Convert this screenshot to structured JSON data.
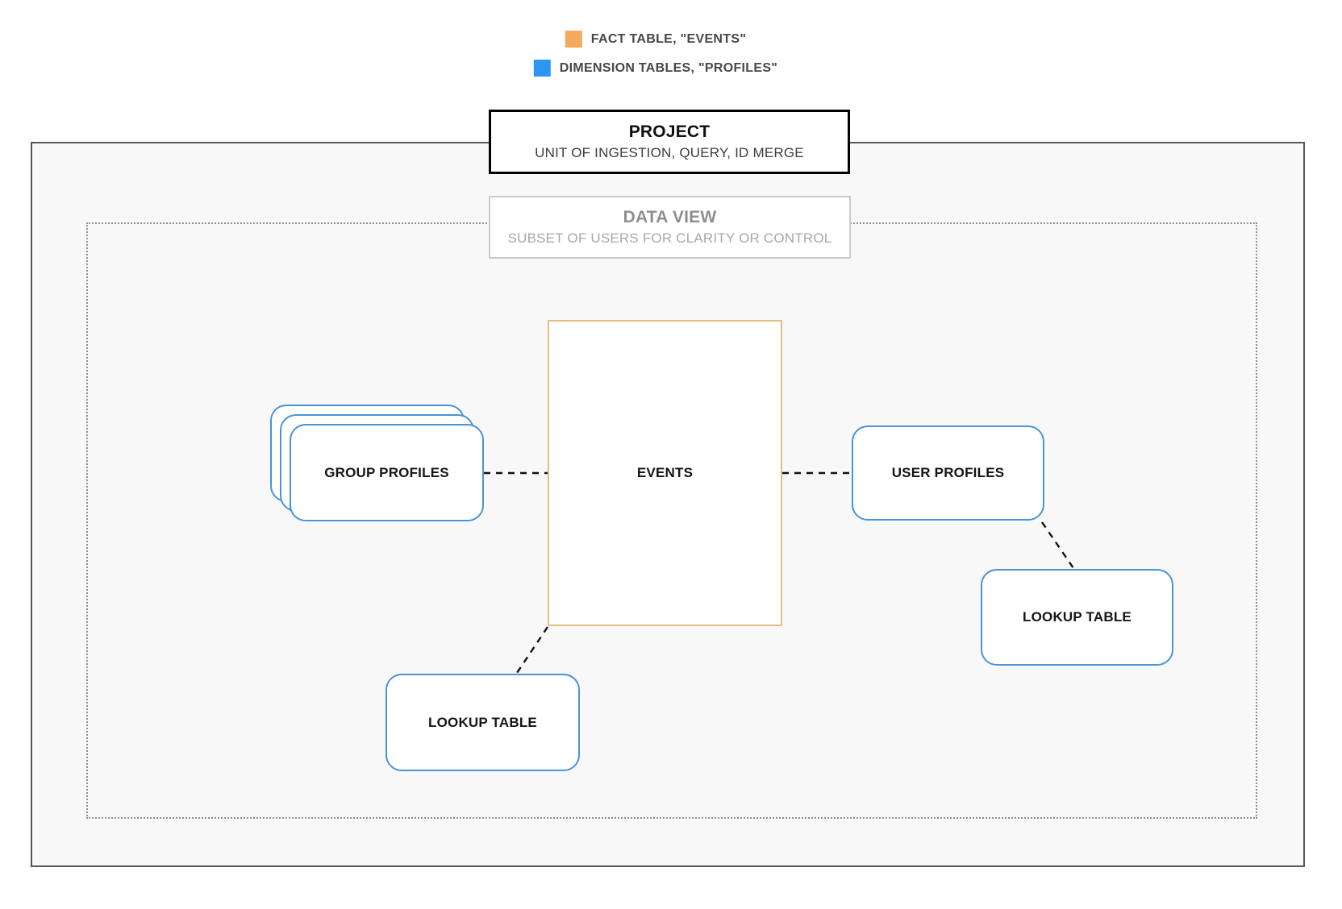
{
  "legend": {
    "items": [
      {
        "key": "fact",
        "label": "FACT TABLE, \"EVENTS\"",
        "color": "#f5a95c"
      },
      {
        "key": "dimension",
        "label": "DIMENSION TABLES, \"PROFILES\"",
        "color": "#2e96f2"
      }
    ]
  },
  "project": {
    "title": "PROJECT",
    "subtitle": "UNIT OF INGESTION, QUERY, ID MERGE"
  },
  "data_view": {
    "title": "DATA VIEW",
    "subtitle": "SUBSET OF USERS FOR CLARITY OR CONTROL"
  },
  "nodes": {
    "group_profiles": {
      "label": "GROUP PROFILES",
      "type": "dimension",
      "stacked": true
    },
    "events": {
      "label": "EVENTS",
      "type": "fact",
      "stacked": false
    },
    "user_profiles": {
      "label": "USER PROFILES",
      "type": "dimension",
      "stacked": false
    },
    "lookup_left": {
      "label": "LOOKUP TABLE",
      "type": "dimension",
      "stacked": false
    },
    "lookup_right": {
      "label": "LOOKUP TABLE",
      "type": "dimension",
      "stacked": false
    }
  },
  "connections": [
    {
      "from": "group_profiles",
      "to": "events",
      "style": "dashed"
    },
    {
      "from": "events",
      "to": "user_profiles",
      "style": "dashed"
    },
    {
      "from": "user_profiles",
      "to": "lookup_right",
      "style": "dashed"
    },
    {
      "from": "events",
      "to": "lookup_left",
      "style": "dashed"
    }
  ],
  "colors": {
    "fact_border": "#e3bd85",
    "dimension_border": "#4b93d8",
    "fact_legend": "#f5a95c",
    "dimension_legend": "#2e96f2",
    "project_region_fill": "#f8f8f8",
    "project_region_border": "#565656",
    "dataview_region_border": "#909090",
    "connector": "#111111"
  }
}
